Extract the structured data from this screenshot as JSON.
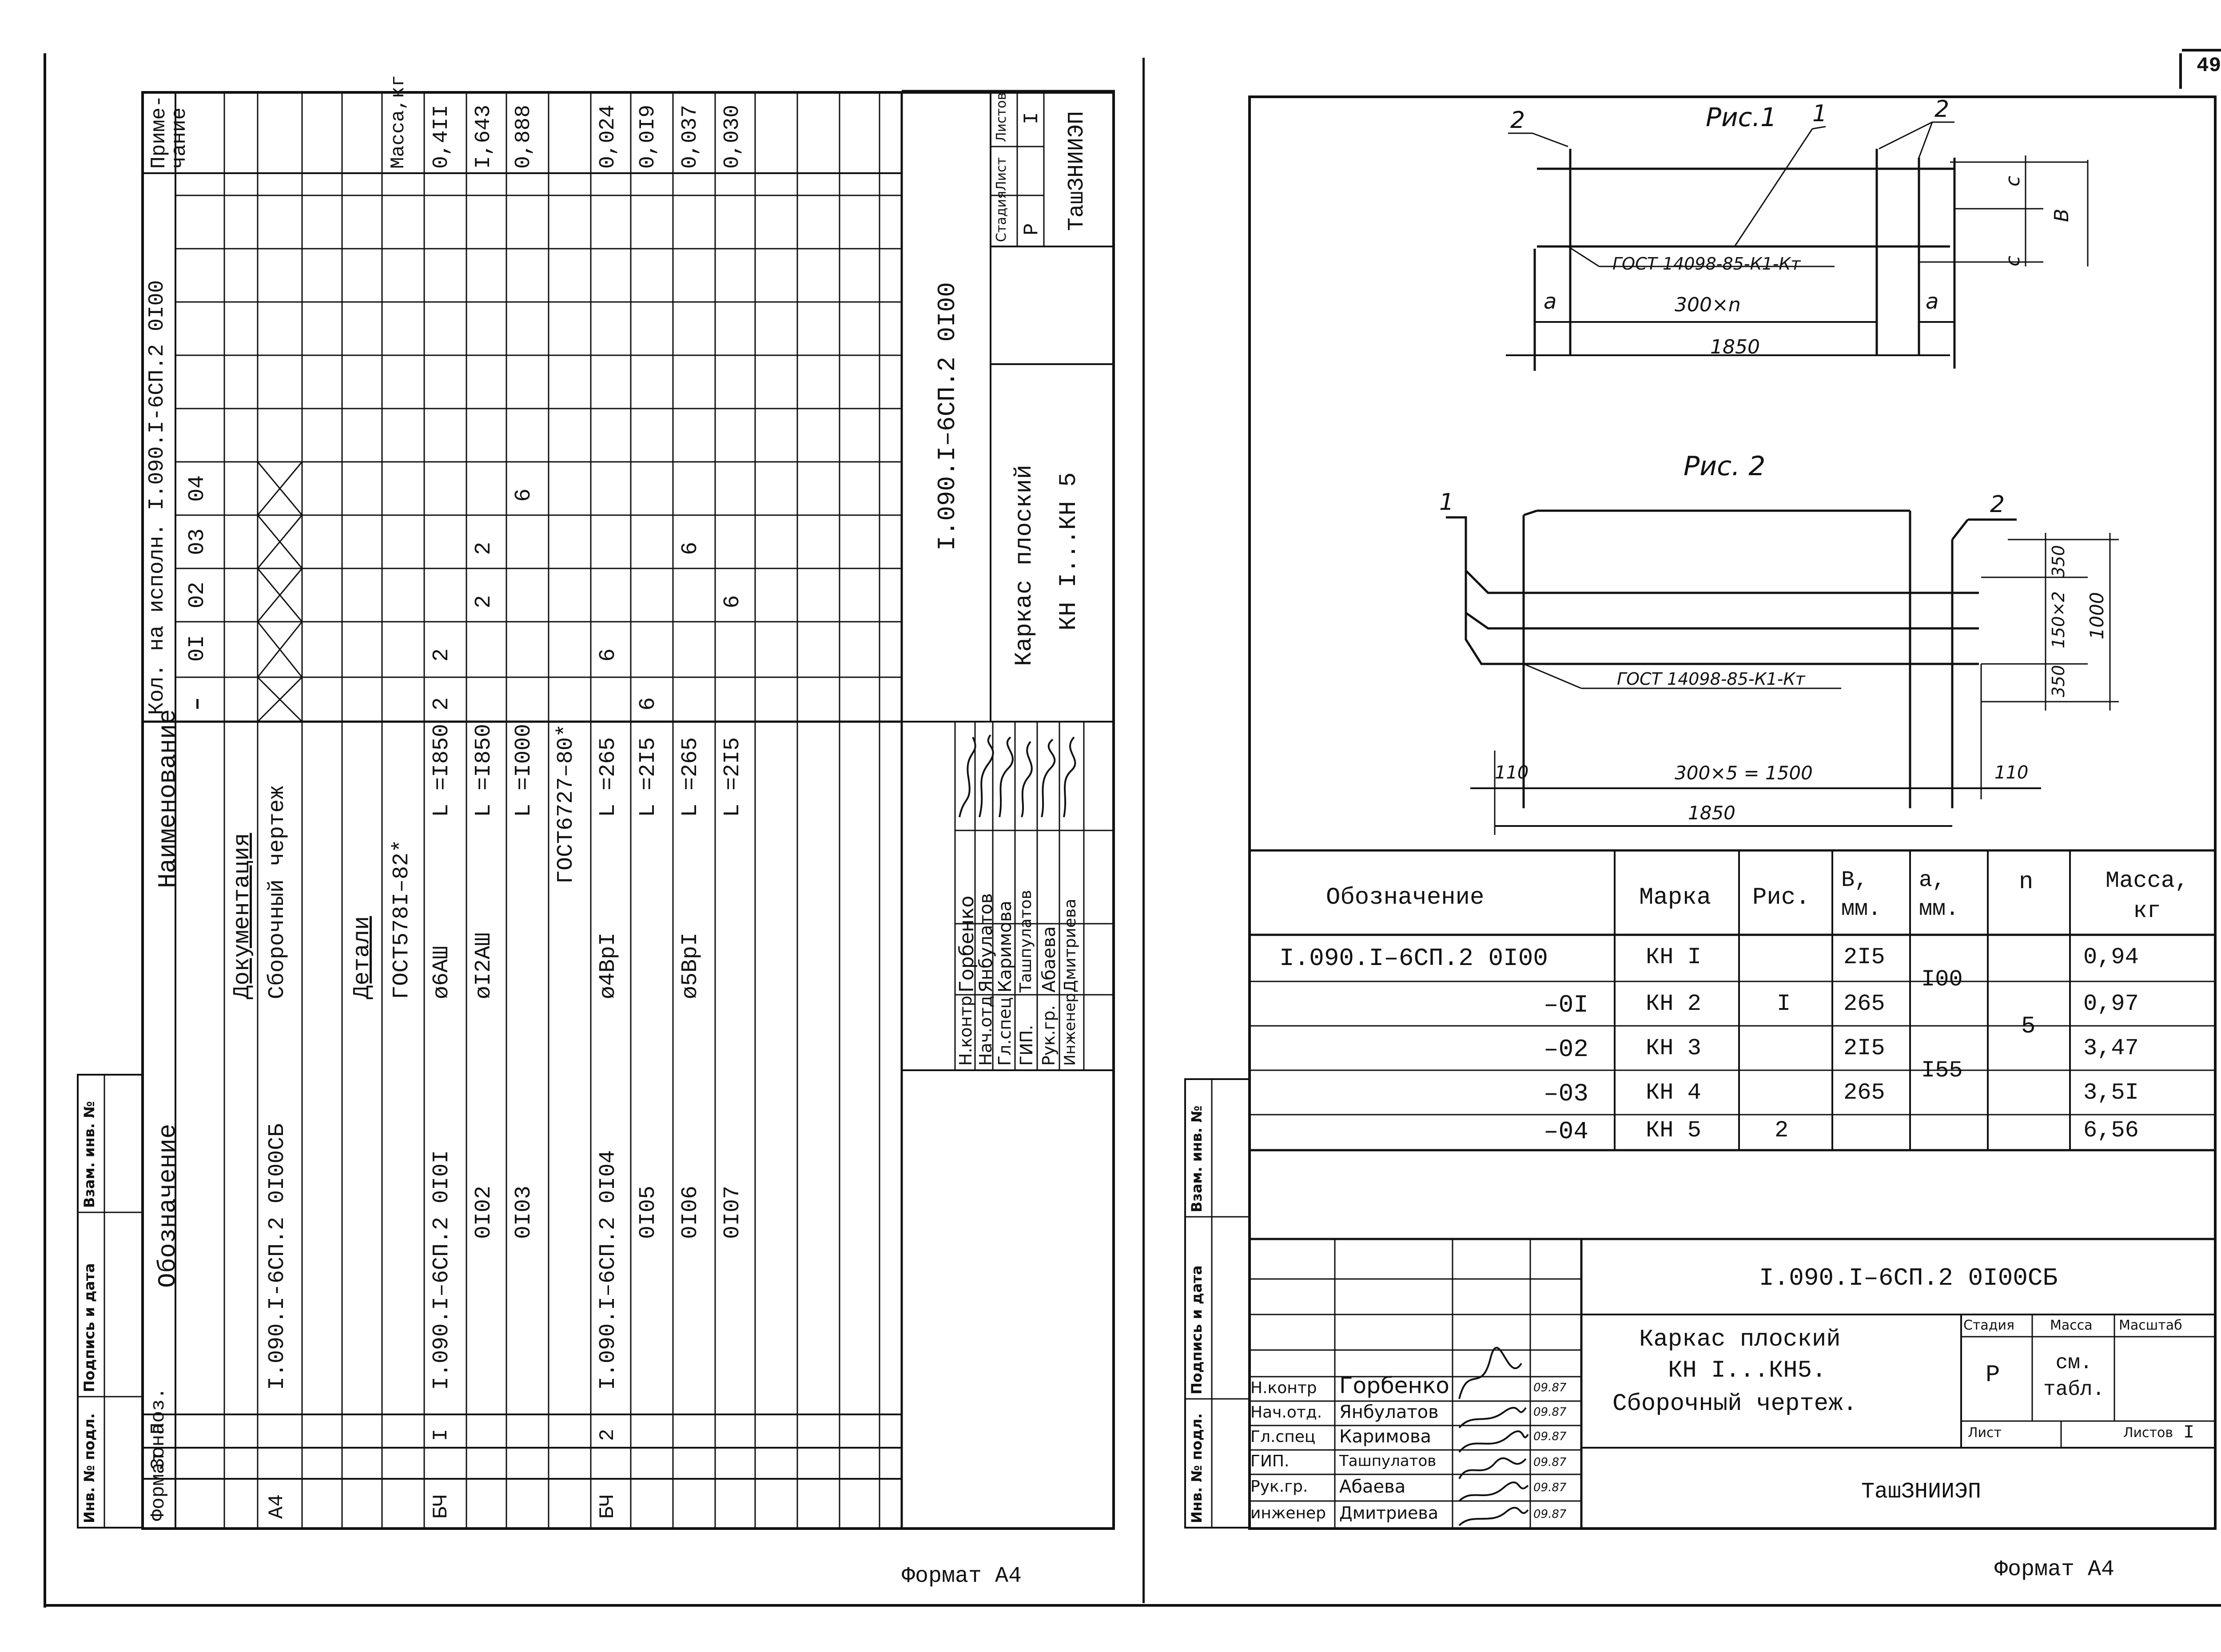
{
  "page_number": "49",
  "left_sheet": {
    "col_headers": {
      "format": "Формат",
      "zone": "Зона",
      "pos": "Поз.",
      "designation": "Обозначение",
      "name": "Наименование",
      "qty_title": "Кол. на исполн. I.090.I-6СП.2 0I00",
      "variants": [
        "–",
        "0I",
        "02",
        "03",
        "04"
      ],
      "note": "Приме-\nчание"
    },
    "rows": [
      {
        "format": "",
        "pos": "",
        "designation": "",
        "name": "Документация",
        "q": [
          "",
          "",
          "",
          "",
          ""
        ],
        "note": ""
      },
      {
        "format": "А4",
        "pos": "",
        "designation": "I.090.I-6СП.2 0I00СБ",
        "name": "Сборочный чертеж",
        "q": [
          "",
          "",
          "",
          "",
          ""
        ],
        "note": ""
      },
      {
        "format": "",
        "pos": "",
        "designation": "",
        "name": "",
        "q": [
          "",
          "",
          "",
          "",
          ""
        ],
        "note": ""
      },
      {
        "format": "",
        "pos": "",
        "designation": "",
        "name": "Детали",
        "q": [
          "",
          "",
          "",
          "",
          ""
        ],
        "note": "Масса,кг"
      },
      {
        "format": "",
        "pos": "",
        "designation": "",
        "name": "ГОСТ578I–82*",
        "q": [
          "",
          "",
          "",
          "",
          ""
        ],
        "note": ""
      },
      {
        "format": "БЧ",
        "pos": "I",
        "designation": "I.090.I–6СП.2 0I0I",
        "name": "ø6АШ",
        "len": "L =I850",
        "q": [
          "2",
          "2",
          "",
          "",
          ""
        ],
        "note": "0,4II"
      },
      {
        "format": "",
        "pos": "",
        "designation": "0I02",
        "name": "øI2АШ",
        "len": "L =I850",
        "q": [
          "",
          "",
          "2",
          "2",
          ""
        ],
        "note": "I,643"
      },
      {
        "format": "",
        "pos": "",
        "designation": "0I03",
        "name": "",
        "len": "L =I000",
        "q": [
          "",
          "",
          "",
          "",
          "6"
        ],
        "note": "0,888"
      },
      {
        "format": "",
        "pos": "",
        "designation": "",
        "name": "ГОСТ6727–80*",
        "q": [
          "",
          "",
          "",
          "",
          ""
        ],
        "note": ""
      },
      {
        "format": "БЧ",
        "pos": "2",
        "designation": "I.090.I–6СП.2 0I04",
        "name": "ø4ВрI",
        "len": "L =265",
        "q": [
          "",
          "6",
          "",
          "",
          ""
        ],
        "note": "0,024"
      },
      {
        "format": "",
        "pos": "",
        "designation": "0I05",
        "name": "",
        "len": "L =2I5",
        "q": [
          "6",
          "",
          "",
          "",
          ""
        ],
        "note": "0,0I9"
      },
      {
        "format": "",
        "pos": "",
        "designation": "0I06",
        "name": "ø5ВрI",
        "len": "L =265",
        "q": [
          "",
          "",
          "",
          "6",
          ""
        ],
        "note": "0,037"
      },
      {
        "format": "",
        "pos": "",
        "designation": "0I07",
        "name": "",
        "len": "L =2I5",
        "q": [
          "",
          "",
          "6",
          "",
          ""
        ],
        "note": "0,030"
      }
    ],
    "stamp": {
      "code": "I.090.I–6СП.2 0I00",
      "title1": "Каркас плоский",
      "title2": "КН I...КН 5",
      "stage_label": "Стадия",
      "sheet_label": "Лист",
      "sheets_label": "Листов",
      "stage": "Р",
      "sheets": "I",
      "org": "ТашЗНИИЭП",
      "people": [
        {
          "role": "Н.контр",
          "name": "Горбенко"
        },
        {
          "role": "Нач.отд",
          "name": "Янбулатов"
        },
        {
          "role": "Гл.спец",
          "name": "Каримова"
        },
        {
          "role": "ГИП.",
          "name": "Ташпулатов"
        },
        {
          "role": "Рук.гр.",
          "name": "Абаева"
        },
        {
          "role": "Инженер",
          "name": "Дмитриева"
        }
      ]
    },
    "side_labels": [
      "Инв. № подл.",
      "Подпись и дата",
      "Взам. инв. №"
    ],
    "format_caption": "Формат А4"
  },
  "right_sheet": {
    "fig1": {
      "title": "Рис.1",
      "callouts": [
        "2",
        "1",
        "2"
      ],
      "gost": "ГОСТ 14098-85-К1-Кт",
      "dims": {
        "a": "a",
        "span": "300×n",
        "total": "1850",
        "c": "c",
        "b": "B"
      }
    },
    "fig2": {
      "title": "Рис. 2",
      "callouts": [
        "1",
        "2"
      ],
      "gost": "ГОСТ 14098-85-К1-Кт",
      "dims": {
        "left": "110",
        "span": "300×5 = 1500",
        "right": "110",
        "total": "1850",
        "v1": "350",
        "v2": "150×2",
        "v3": "350",
        "vt": "1000"
      }
    },
    "table": {
      "headers": [
        "Обозначение",
        "Марка",
        "Рис.",
        "B,\nмм.",
        "a,\nмм.",
        "n",
        "Масса,\nкг"
      ],
      "rows": [
        {
          "des": "I.090.I–6СП.2 0I00",
          "mark": "КН I",
          "b": "2I5",
          "mass": "0,94"
        },
        {
          "des": "–0I",
          "mark": "КН 2",
          "b": "265",
          "mass": "0,97"
        },
        {
          "des": "–02",
          "mark": "КН 3",
          "b": "2I5",
          "mass": "3,47"
        },
        {
          "des": "–03",
          "mark": "КН 4",
          "b": "265",
          "mass": "3,5I"
        },
        {
          "des": "–04",
          "mark": "КН 5",
          "b": "",
          "mass": "6,56"
        }
      ],
      "merged": {
        "ris_1": "I",
        "ris_2": "2",
        "a_1": "I00",
        "a_2": "I55",
        "n": "5"
      }
    },
    "stamp": {
      "code": "I.090.I–6СП.2 0I00СБ",
      "title1": "Каркас плоский",
      "title2": "КН I...КН5.",
      "title3": "Сборочный чертеж.",
      "stage_label": "Стадия",
      "mass_label": "Масса",
      "scale_label": "Масштаб",
      "sheet_label": "Лист",
      "sheets_label": "Листов",
      "stage": "Р",
      "mass": "см.\nтабл.",
      "sheets": "I",
      "org": "ТашЗНИИЭП",
      "people": [
        {
          "role": "Н.контр",
          "name": "Горбенко",
          "date": "09.87"
        },
        {
          "role": "Нач.отд.",
          "name": "Янбулатов",
          "date": "09.87"
        },
        {
          "role": "Гл.спец",
          "name": "Каримова",
          "date": "09.87"
        },
        {
          "role": "ГИП.",
          "name": "Ташпулатов",
          "date": "09.87"
        },
        {
          "role": "Рук.гр.",
          "name": "Абаева",
          "date": "09.87"
        },
        {
          "role": "инженер",
          "name": "Дмитриева",
          "date": "09.87"
        }
      ]
    },
    "side_labels": [
      "Инв. № подл.",
      "Подпись и дата",
      "Взам. инв. №"
    ],
    "format_caption": "Формат А4"
  }
}
